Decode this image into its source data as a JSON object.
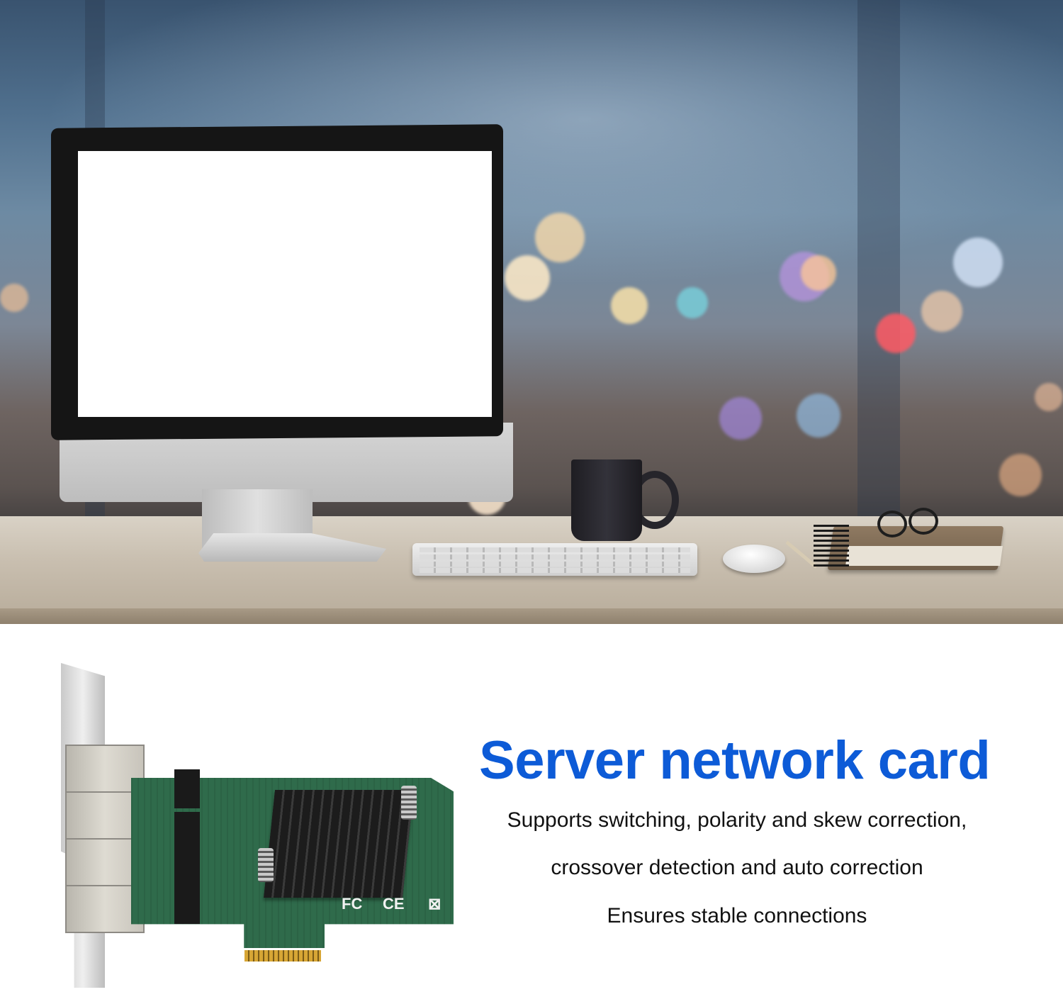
{
  "banner": {
    "title": "Server network card",
    "lines": [
      "Supports switching, polarity and skew correction,",
      "crossover detection and auto correction",
      "Ensures stable connections"
    ]
  },
  "card": {
    "marks": [
      "FC",
      "CE",
      "⊠"
    ]
  },
  "colors": {
    "title": "#0d5bd7",
    "text": "#111111",
    "pcb": "#2f6b4b"
  }
}
